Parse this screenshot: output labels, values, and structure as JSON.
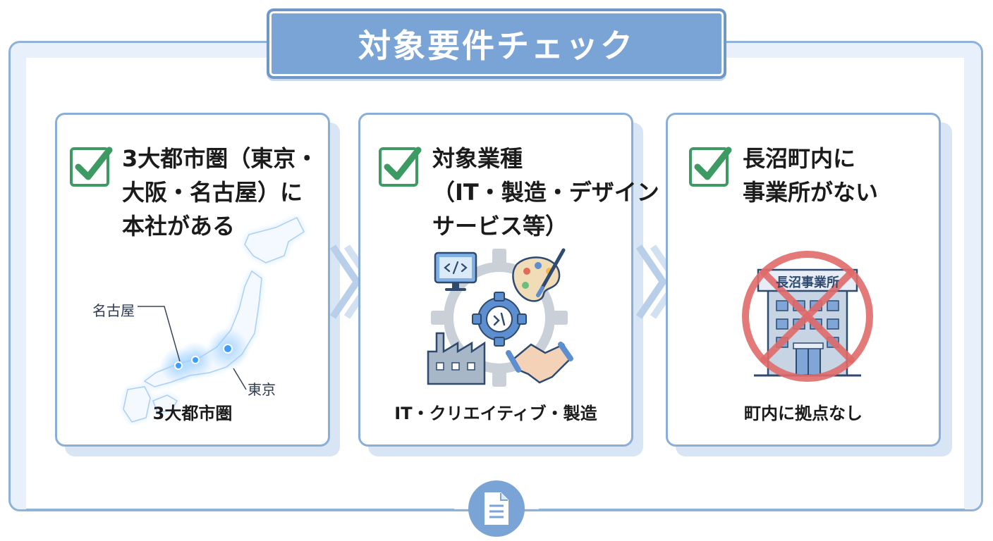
{
  "title": "対象要件チェック",
  "cards": [
    {
      "title_lines": [
        "3大都市圏（東京・",
        "大阪・名古屋）に",
        "本社がある"
      ],
      "caption": "3大都市圏",
      "map_labels": {
        "nagoya": "名古屋",
        "tokyo": "東京"
      },
      "icon": "japan-map"
    },
    {
      "title_lines": [
        "対象業種",
        "（IT・製造・デザイン・",
        "サービス等）"
      ],
      "caption": "IT・クリエイティブ・製造",
      "icon": "industry-gear-illustration"
    },
    {
      "title_lines": [
        "長沼町内に",
        "事業所がない"
      ],
      "caption": "町内に拠点なし",
      "sign_text": "長沼事業所",
      "icon": "prohibited-office-building"
    }
  ],
  "colors": {
    "frame": "#8fb2d9",
    "banner": "#7aa3d6",
    "check": "#3e9a63",
    "prohibit": "#e06a6a"
  }
}
